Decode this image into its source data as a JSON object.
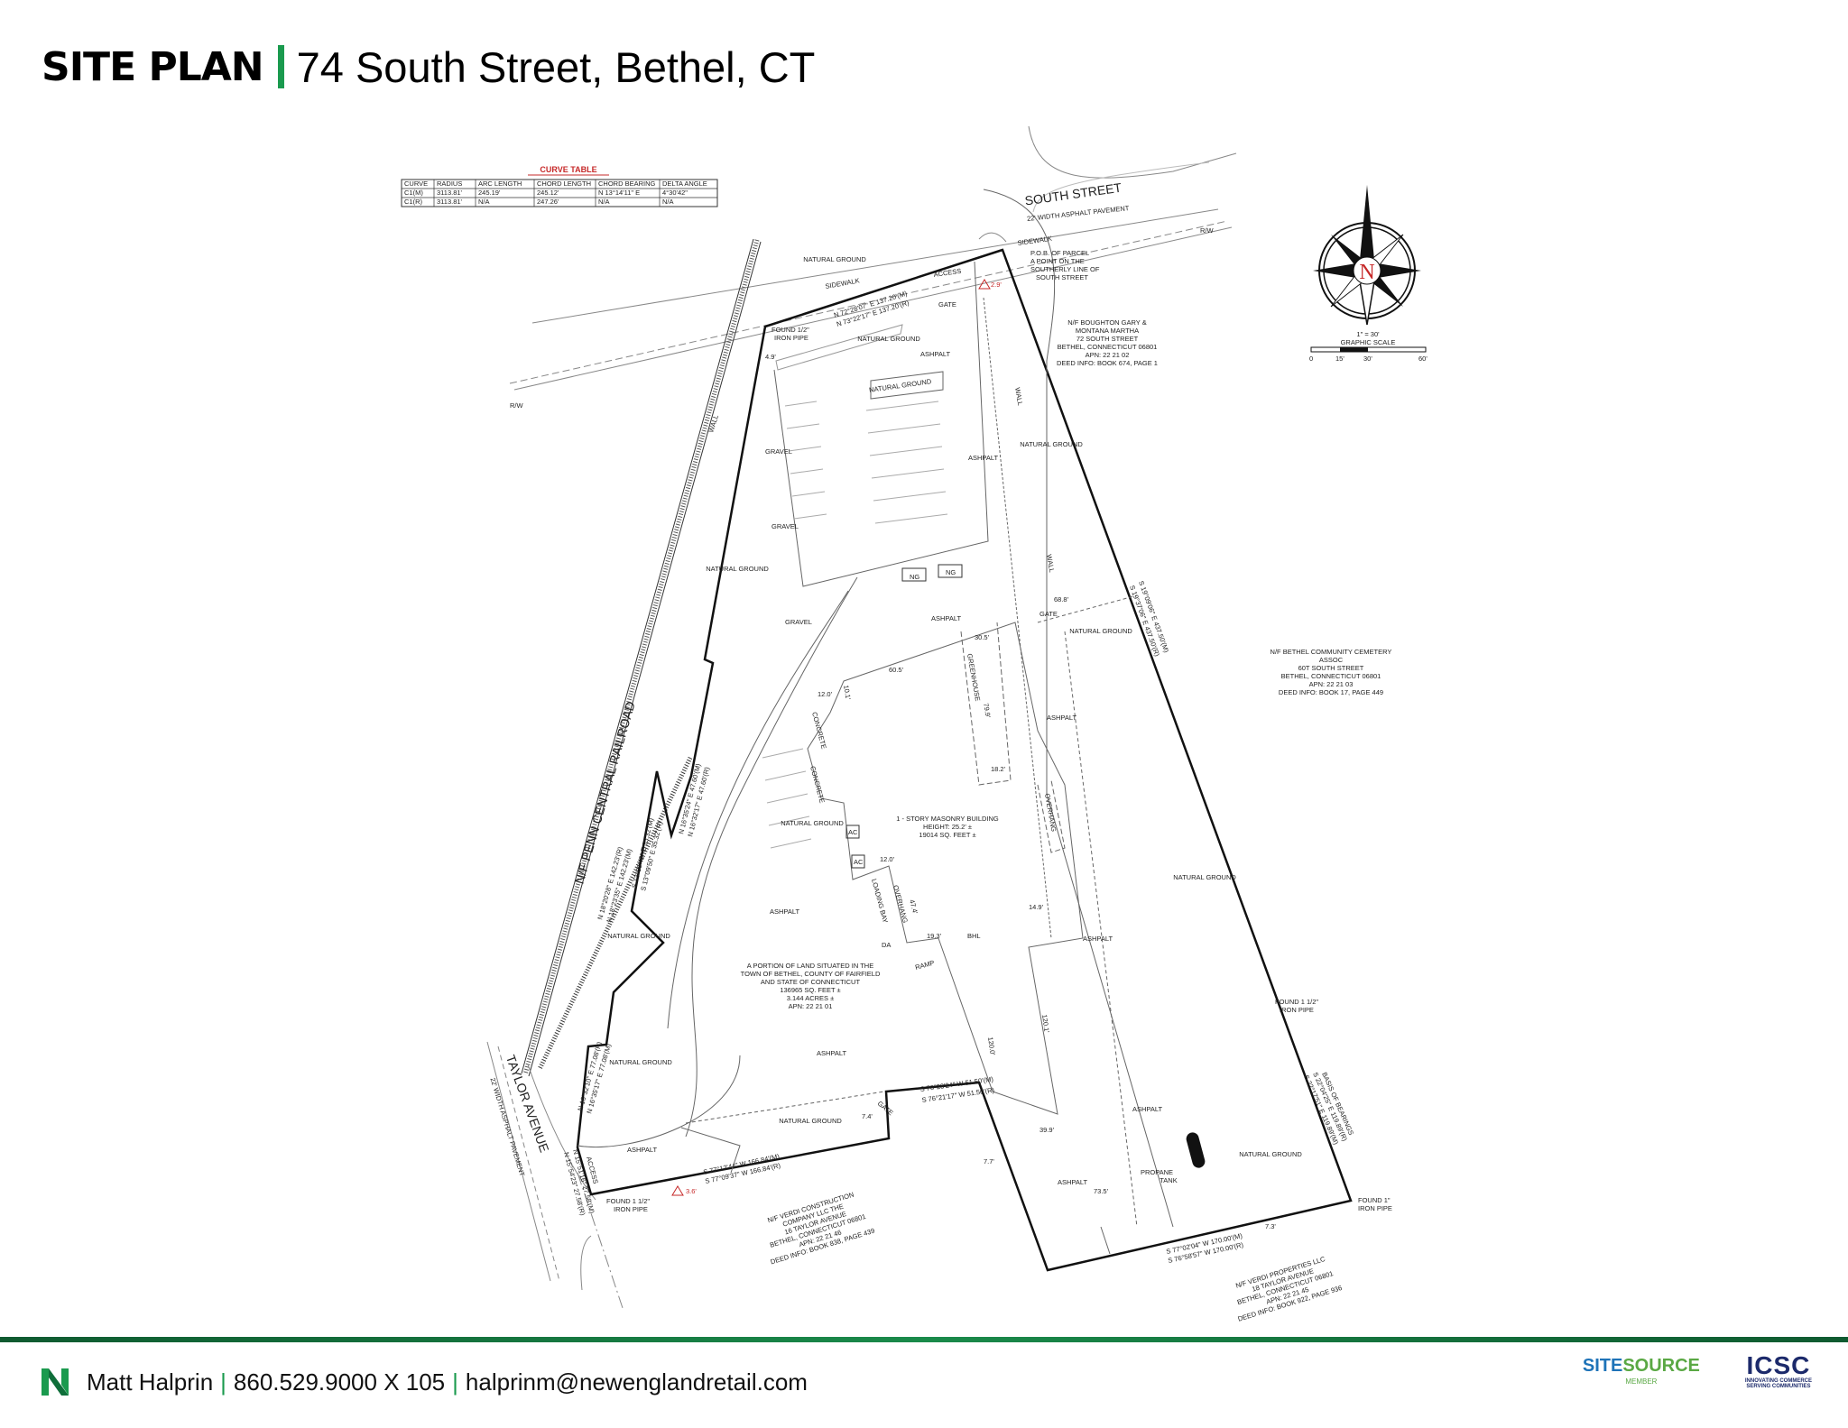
{
  "header": {
    "title_bold": "SITE PLAN",
    "title_rest": "74 South Street, Bethel, CT",
    "accent_color": "#1a9a4e"
  },
  "curve_table": {
    "title": "CURVE TABLE",
    "columns": [
      "CURVE",
      "RADIUS",
      "ARC LENGTH",
      "CHORD LENGTH",
      "CHORD BEARING",
      "DELTA ANGLE"
    ],
    "rows": [
      [
        "C1(M)",
        "3113.81'",
        "245.19'",
        "245.12'",
        "N 13°14'11\" E",
        "4°30'42\""
      ],
      [
        "C1(R)",
        "3113.81'",
        "N/A",
        "247.26'",
        "N/A",
        "N/A"
      ]
    ]
  },
  "compass": {
    "letter": "N",
    "scale_text": "1\" = 30'",
    "scale_title": "GRAPHIC SCALE",
    "scale_ticks": [
      "0",
      "15'",
      "30'",
      "60'"
    ]
  },
  "plan": {
    "south_street": "SOUTH STREET",
    "south_street_width": "22' WIDTH ASPHALT PAVEMENT",
    "taylor_avenue": "TAYLOR AVENUE",
    "taylor_width": "22' WIDTH ASPHALT PAVEMENT",
    "railroad": "N/F PENN CENTRAL RAILROAD",
    "rw": "R/W",
    "sidewalk": "SIDEWALK",
    "access": "ACCESS",
    "gate": "GATE",
    "wall": "WALL",
    "natural_ground": "NATURAL GROUND",
    "ashpalt": "ASHPALT",
    "gravel": "GRAVEL",
    "ng": "NG",
    "concrete": "CONCRETE",
    "greenhouse": "GREENHOUSE",
    "overhang": "OVERHANG",
    "loading_bay": "LOADING BAY",
    "ramp": "RAMP",
    "bhl": "BHL",
    "da": "DA",
    "ac": "AC",
    "propane_tank": [
      "PROPANE",
      "TANK"
    ],
    "pob": [
      "P.O.B. OF PARCEL",
      "A POINT ON THE",
      "SOUTHERLY LINE OF",
      "SOUTH STREET"
    ],
    "found_half_pipe": [
      "FOUND 1/2\"",
      "IRON PIPE"
    ],
    "found_1half_pipe": [
      "FOUND 1 1/2\"",
      "IRON PIPE"
    ],
    "found_1_pipe": [
      "FOUND 1\"",
      "IRON PIPE"
    ],
    "offset_29": "2.9'",
    "offset_36": "3.6'",
    "dims": [
      "4.9'",
      "68.8'",
      "30.5'",
      "60.5'",
      "12.0'",
      "10.1'",
      "79.9'",
      "18.2'",
      "12.0'",
      "47.4'",
      "19.3'",
      "14.9'",
      "120.0'",
      "120.1'",
      "39.9'",
      "73.5'",
      "7.7'",
      "7.3'",
      "7.4'"
    ],
    "bearings": {
      "north_m": "N 72°28'07\" E 137.20'(M)",
      "north_r": "N 73°22'17\" E 137.20'(R)",
      "east_m": "S 19°09'06\" E 437.50'(M)",
      "east_r": "S 19°37'06\" E 437.50'(R)",
      "basis": "BASIS OF BEARINGS",
      "se_r": "S 22°04'25\" E 119.89'(R)",
      "se_m": "S 22°17'51\" E 119.89'(M)",
      "south_m": "S 77°02'04\" W 170.00'(M)",
      "south_r": "S 76°58'57\" W 170.00'(R)",
      "sw_m": "S 77°12'44\" W 166.84'(M)",
      "sw_r": "S 77°09'37\" W 166.84'(R)",
      "jog_m": "S 76°28'24\" W 51.50'(M)",
      "jog_r": "S 76°21'17\" W 51.50'(R)",
      "west1_r": "N 18°20'28\" E 142.23'(R)",
      "west1_m": "N 18°23'35\" E 142.23'(M)",
      "notch_m": "S 13°06'43\" E 35.32'(M)",
      "notch_r": "S 13°09'50\" E 35.32'(R)",
      "west2_m": "N 16°35'24\" E 47.60'(M)",
      "west2_r": "N 16°32'17\" E 47.60'(R)",
      "west3_r": "N 16°32'10\" E 77.08'(R)",
      "west3_m": "N 16°35'17\" E 77.08'(M)",
      "access_m": "N 15°51'16\" 27.58'(M)",
      "access_r": "N 15°54'23\" 27.58'(R)"
    },
    "abutters": {
      "boughton": [
        "N/F BOUGHTON GARY &",
        "MONTANA MARTHA",
        "72 SOUTH STREET",
        "BETHEL, CONNECTICUT 06801",
        "APN: 22 21 02",
        "DEED INFO: BOOK 674, PAGE 1"
      ],
      "cemetery": [
        "N/F BETHEL COMMUNITY CEMETERY",
        "ASSOC",
        "60T SOUTH STREET",
        "BETHEL, CONNECTICUT 06801",
        "APN: 22 21 03",
        "DEED INFO: BOOK 17, PAGE 449"
      ],
      "verdi_construction": [
        "N/F VERDI CONSTRUCTION",
        "COMPANY LLC THE",
        "16 TAYLOR AVENUE",
        "BETHEL, CONNECTICUT 06801",
        "APN: 22 21 46",
        "DEED INFO: BOOK 838, PAGE 439"
      ],
      "verdi_properties": [
        "N/F VERDI PROPERTIES LLC",
        "18 TAYLOR AVENUE",
        "BETHEL, CONNECTICUT 06801",
        "APN: 22 21 45",
        "DEED INFO: BOOK 922, PAGE 936"
      ]
    },
    "parcel": [
      "A PORTION OF LAND SITUATED IN THE",
      "TOWN OF BETHEL, COUNTY OF FAIRFIELD",
      "AND STATE OF CONNECTICUT",
      "136965 SQ. FEET ±",
      "3.144 ACRES ±",
      "APN: 22 21 01"
    ],
    "building": [
      "1 - STORY MASONRY BUILDING",
      "HEIGHT: 25.2' ±",
      "19014 SQ. FEET ±"
    ]
  },
  "footer": {
    "name": "Matt Halprin",
    "phone": "860.529.9000 X 105",
    "email": "halprinm@newenglandretail.com",
    "sitesource": {
      "a": "SITE",
      "b": "SOURCE",
      "sub": "MEMBER"
    },
    "icsc": {
      "name": "ICSC",
      "tag1": "INNOVATING COMMERCE",
      "tag2": "SERVING COMMUNITIES"
    }
  }
}
